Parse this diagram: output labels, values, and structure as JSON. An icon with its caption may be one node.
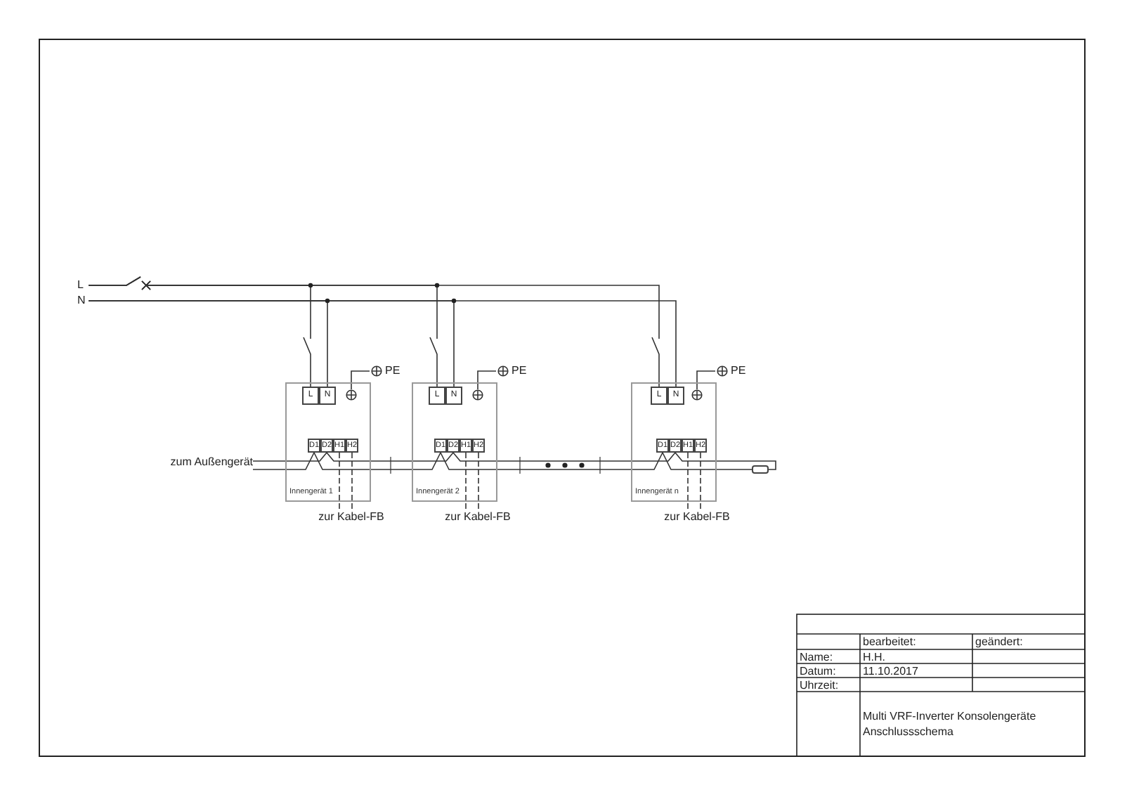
{
  "diagram": {
    "nodes": [
      {
        "text": [
          "L"
        ]
      },
      {
        "text": [
          "N"
        ]
      },
      {
        "text": [
          "Innengerät 1"
        ]
      },
      {
        "text": [
          "L"
        ],
        "in": 2
      },
      {
        "text": [
          "N"
        ],
        "in": 2
      },
      {
        "text": [],
        "shape": "circle",
        "in": 2
      },
      {
        "text": [
          "D1"
        ],
        "in": 2
      },
      {
        "text": [
          "D2"
        ],
        "in": 2
      },
      {
        "text": [
          "H1"
        ],
        "in": 2
      },
      {
        "text": [
          "H2"
        ],
        "in": 2
      },
      {
        "text": [
          "PE"
        ]
      },
      {
        "text": [
          "Innengerät 2"
        ]
      },
      {
        "text": [
          "L"
        ],
        "in": 11
      },
      {
        "text": [
          "N"
        ],
        "in": 11
      },
      {
        "text": [],
        "shape": "circle",
        "in": 11
      },
      {
        "text": [
          "D1"
        ],
        "in": 11
      },
      {
        "text": [
          "D2"
        ],
        "in": 11
      },
      {
        "text": [
          "H1"
        ],
        "in": 11
      },
      {
        "text": [
          "H2"
        ],
        "in": 11
      },
      {
        "text": [
          "PE"
        ]
      },
      {
        "text": [
          "Innengerät n"
        ]
      },
      {
        "text": [
          "L"
        ],
        "in": 20
      },
      {
        "text": [
          "N"
        ],
        "in": 20
      },
      {
        "text": [],
        "shape": "circle",
        "in": 20
      },
      {
        "text": [
          "D1"
        ],
        "in": 20
      },
      {
        "text": [
          "D2"
        ],
        "in": 20
      },
      {
        "text": [
          "H1"
        ],
        "in": 20
      },
      {
        "text": [
          "H2"
        ],
        "in": 20
      },
      {
        "text": [
          "PE"
        ]
      },
      {
        "text": [
          "zum Außengerät"
        ]
      },
      {
        "text": [
          "zur Kabel-FB"
        ]
      },
      {
        "text": [
          "zur Kabel-FB"
        ]
      },
      {
        "text": [
          "zur Kabel-FB"
        ]
      },
      {
        "text": [],
        "shape": "box"
      }
    ],
    "edges": [
      {
        "from": 0,
        "to": 3,
        "arrow": "none"
      },
      {
        "from": 0,
        "to": 12,
        "arrow": "none"
      },
      {
        "from": 0,
        "to": 21,
        "arrow": "none"
      },
      {
        "from": 1,
        "to": 4,
        "arrow": "none"
      },
      {
        "from": 1,
        "to": 13,
        "arrow": "none"
      },
      {
        "from": 1,
        "to": 22,
        "arrow": "none"
      },
      {
        "from": 5,
        "to": 10,
        "arrow": "none"
      },
      {
        "from": 14,
        "to": 19,
        "arrow": "none"
      },
      {
        "from": 23,
        "to": 28,
        "arrow": "none"
      },
      {
        "from": 29,
        "to": 6,
        "arrow": "none"
      },
      {
        "from": 29,
        "to": 7,
        "arrow": "none"
      },
      {
        "from": 6,
        "to": 15,
        "arrow": "none"
      },
      {
        "from": 7,
        "to": 16,
        "arrow": "none"
      },
      {
        "from": 15,
        "to": 24,
        "arrow": "none"
      },
      {
        "from": 16,
        "to": 25,
        "arrow": "none"
      },
      {
        "from": 24,
        "to": 33,
        "arrow": "none"
      },
      {
        "from": 25,
        "to": 33,
        "arrow": "none"
      },
      {
        "from": 8,
        "to": 30,
        "arrow": "none",
        "style": "dashed"
      },
      {
        "from": 9,
        "to": 30,
        "arrow": "none",
        "style": "dashed"
      },
      {
        "from": 17,
        "to": 31,
        "arrow": "none",
        "style": "dashed"
      },
      {
        "from": 18,
        "to": 31,
        "arrow": "none",
        "style": "dashed"
      },
      {
        "from": 26,
        "to": 32,
        "arrow": "none",
        "style": "dashed"
      },
      {
        "from": 27,
        "to": 32,
        "arrow": "none",
        "style": "dashed"
      }
    ],
    "labels": [
      "bearbeitet:",
      "geändert:",
      "Name:",
      "H.H.",
      "Datum:",
      "11.10.2017",
      "Uhrzeit:",
      "Multi VRF-Inverter Konsolengeräte",
      "Anschlussschema"
    ]
  }
}
